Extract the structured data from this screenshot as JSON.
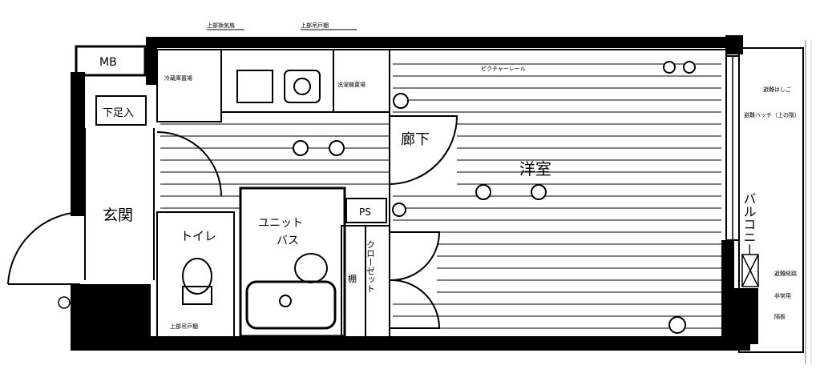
{
  "rooms": {
    "western_room": "洋室",
    "corridor": "廊下",
    "entrance": "玄関",
    "toilet": "トイレ",
    "unit_bath_line1": "ユニット",
    "unit_bath_line2": "バス",
    "closet": "クローゼット",
    "shoe_box": "下足入",
    "balcony": "バルコニー",
    "mb": "MB",
    "ps": "PS",
    "shelf": "棚",
    "piped_space": "PS"
  },
  "annotations": {
    "top_label_1": "上部換気扇",
    "top_label_2": "上部吊戸棚",
    "beams": "ピクチャーレール",
    "toilet_shelf": "上部吊戸棚",
    "refrigerator": "冷蔵庫置場",
    "washer": "洗濯機置場",
    "balcony_hatch": "避難ハッチ（上の階）",
    "balcony_hatch_note": "避難はしご",
    "evac_1": "避難経路",
    "evac_2": "非常用",
    "evac_3": "隔板"
  }
}
